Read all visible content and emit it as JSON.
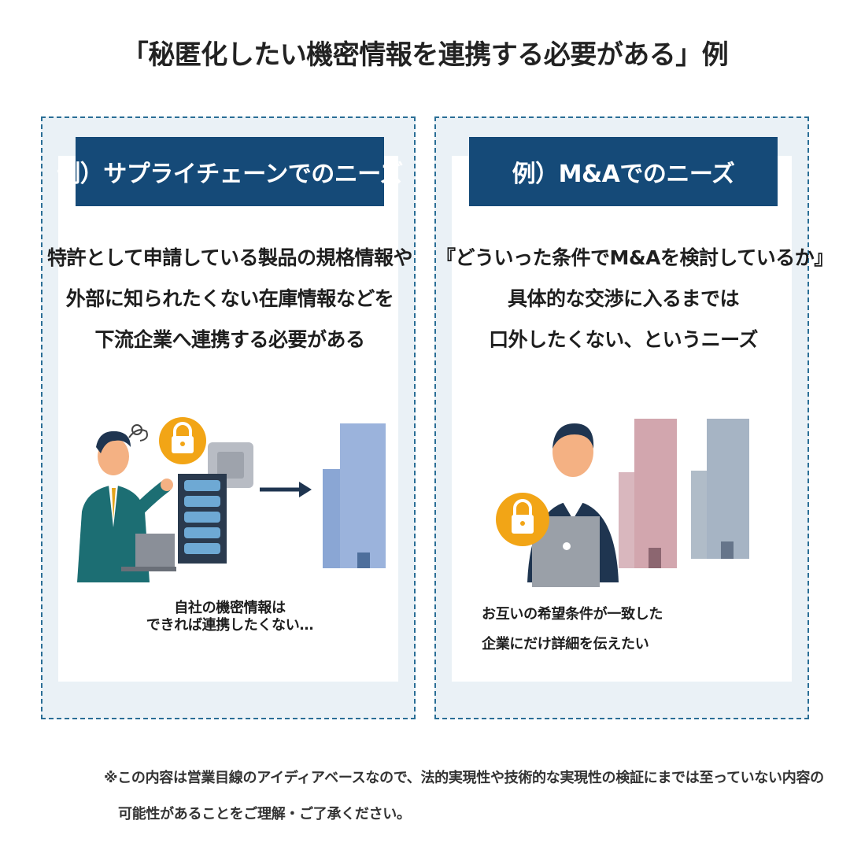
{
  "title": "「秘匿化したい機密情報を連携する必要がある」例",
  "left_panel": {
    "header": "例）サプライチェーンでのニーズ",
    "description": [
      "特許として申請している製品の規格情報や",
      "外部に知られたくない在庫情報などを",
      "下流企業へ連携する必要がある"
    ],
    "caption": [
      "自社の機密情報は",
      "できれば連携したくない…"
    ]
  },
  "right_panel": {
    "header": "例）M&Aでのニーズ",
    "description": [
      "『どういった条件でM&Aを検討しているか』",
      "具体的な交渉に入るまでは",
      "口外したくない、というニーズ"
    ],
    "caption": [
      "お互いの希望条件が一致した",
      "企業にだけ詳細を伝えたい"
    ]
  },
  "footnote": [
    "※この内容は営業目線のアイディアベースなので、法的実現性や技術的な実現性の検証にまでは至っていない内容の",
    "可能性があることをご理解・ご了承ください。"
  ],
  "colors": {
    "header_bg": "#154a78",
    "panel_bg": "#eaf1f6",
    "dashed_border": "#2a6e96",
    "lock": "#f2a516"
  }
}
